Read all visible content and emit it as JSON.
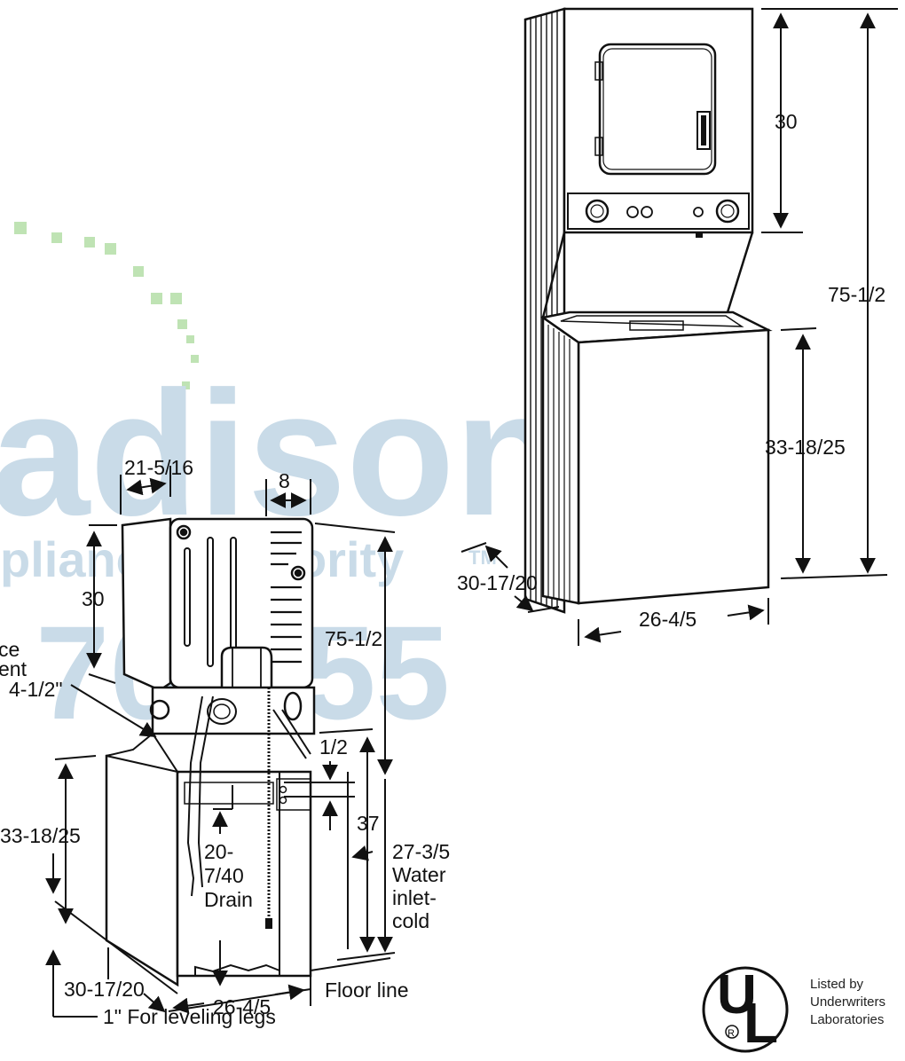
{
  "watermark": {
    "brand": "adison",
    "tagline": "pliance Authority",
    "tm": "TM",
    "phone": "70-355",
    "colors": {
      "text": "#c9dbe8",
      "dots": "#bfe3b4"
    }
  },
  "front_view": {
    "dryer_height": "30",
    "total_height": "75-1/2",
    "washer_height": "33-18/25",
    "depth": "30-17/20",
    "width": "26-4/5"
  },
  "side_view": {
    "top_offset": "21-5/16",
    "duct_offset": "8",
    "dryer_height": "30",
    "total_height": "75-1/2",
    "exhaust_label_1": "ce",
    "exhaust_label_2": "ent",
    "exhaust_diameter": "4-1/2\"",
    "washer_height": "33-18/25",
    "drain_height": "20-",
    "drain_height_2": "7/40",
    "drain_label": "Drain",
    "gap": "1/2",
    "outlet_height": "37",
    "water_inlet_height": "27-3/5",
    "water_inlet_1": "Water",
    "water_inlet_2": "inlet-",
    "water_inlet_3": "cold",
    "depth": "30-17/20",
    "width": "26-4/5",
    "floor_line": "Floor line",
    "leveling_legs": "1\" For leveling legs"
  },
  "ul_badge": {
    "letter_u": "U",
    "letter_l": "L",
    "registered": "R",
    "line1": "Listed by",
    "line2": "Underwriters",
    "line3": "Laboratories"
  }
}
